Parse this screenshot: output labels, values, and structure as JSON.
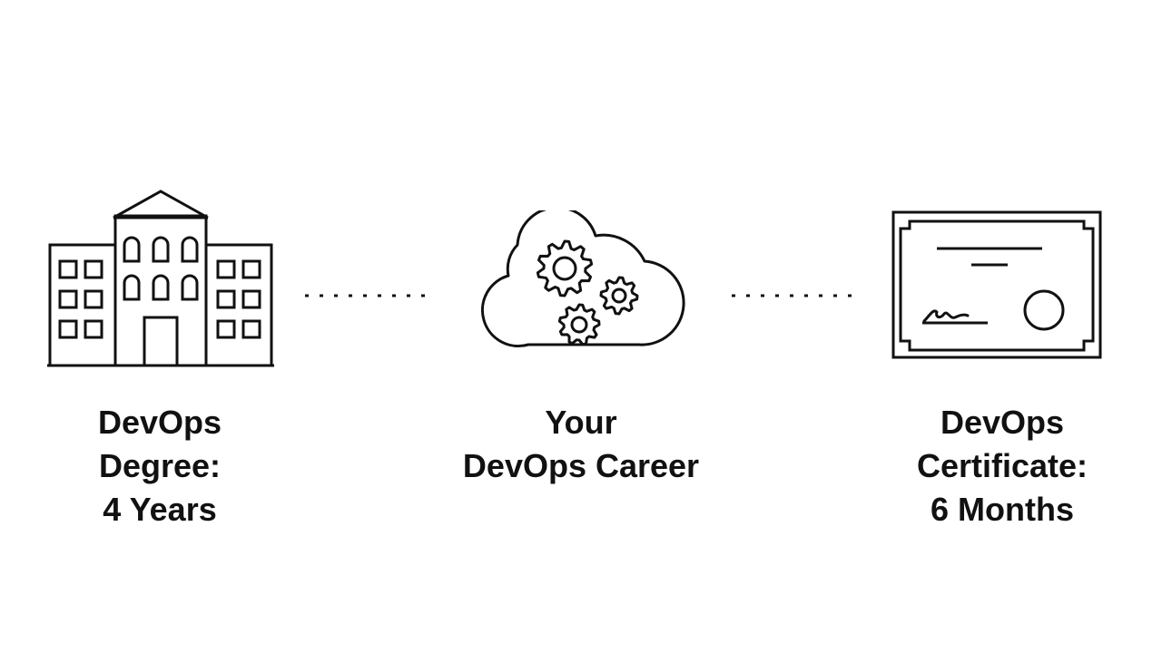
{
  "nodes": [
    {
      "icon": "building-icon",
      "label_lines": [
        "DevOps",
        "Degree:",
        "4 Years"
      ]
    },
    {
      "icon": "cloud-gears-icon",
      "label_lines": [
        "Your",
        "DevOps Career"
      ]
    },
    {
      "icon": "certificate-icon",
      "label_lines": [
        "DevOps",
        "Certificate:",
        "6 Months"
      ]
    }
  ],
  "connectors": [
    {
      "from": "building-icon",
      "to": "cloud-gears-icon",
      "style": "dotted"
    },
    {
      "from": "cloud-gears-icon",
      "to": "certificate-icon",
      "style": "dotted"
    }
  ],
  "colors": {
    "stroke": "#111111",
    "background": "#ffffff"
  }
}
